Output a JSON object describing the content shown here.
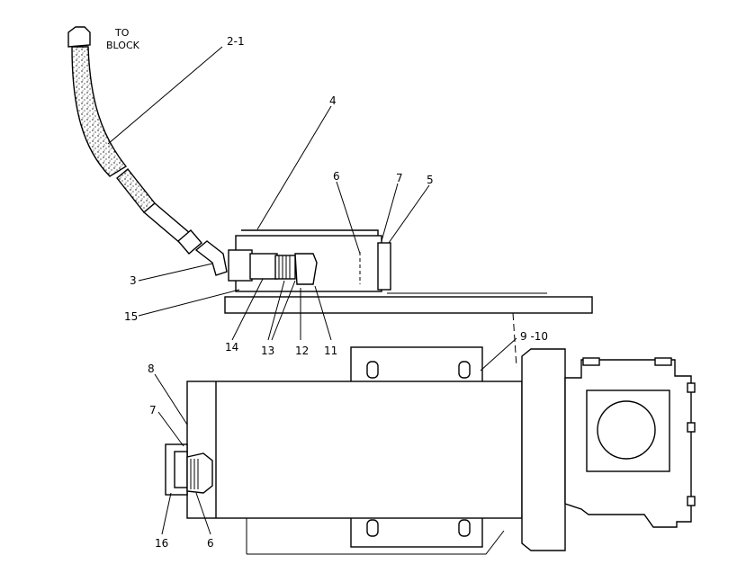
{
  "callouts": {
    "to_block_line1": "TO",
    "to_block_line2": "BLOCK",
    "c2_1": "2-1",
    "c3": "3",
    "c4": "4",
    "c5": "5",
    "c6_top": "6",
    "c6_bottom": "6",
    "c7_top": "7",
    "c7_bottom": "7",
    "c8": "8",
    "c9_10": "9 -10",
    "c11": "11",
    "c12": "12",
    "c13": "13",
    "c14": "14",
    "c15": "15",
    "c16": "16"
  }
}
